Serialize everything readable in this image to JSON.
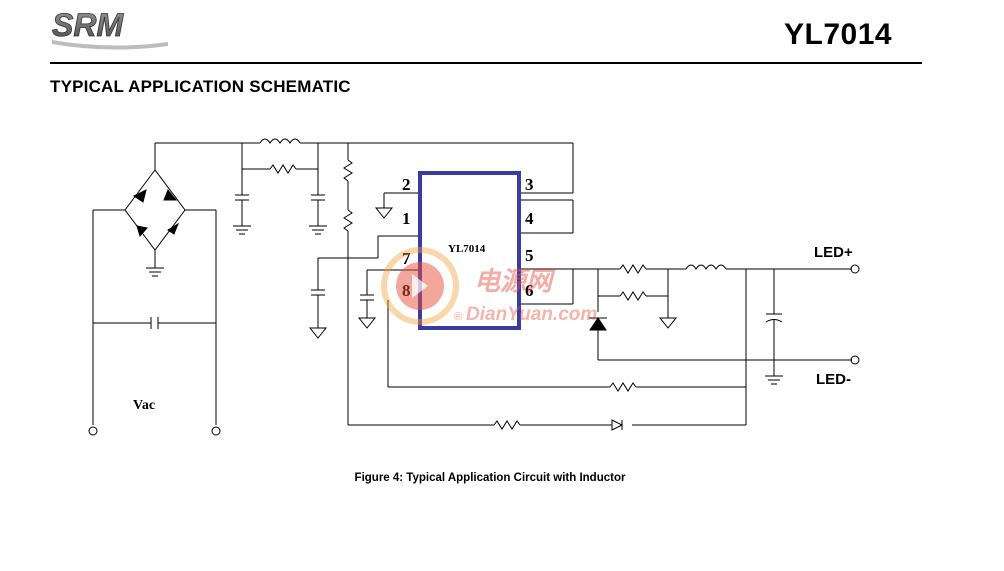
{
  "header": {
    "logo_text": "SRM",
    "doc_title": "YL7014"
  },
  "section": {
    "title": "TYPICAL APPLICATION SCHEMATIC"
  },
  "schematic": {
    "ic_label": "YL7014",
    "pins_left": [
      "2",
      "1",
      "7",
      "8"
    ],
    "pins_right": [
      "3",
      "4",
      "5",
      "6"
    ],
    "input_label": "Vac",
    "led_plus": "LED+",
    "led_minus": "LED-"
  },
  "watermark": {
    "cn_text": "电源网",
    "en_text": "DianYuan.com",
    "registered": "®"
  },
  "caption": "Figure 4: Typical Application Circuit with Inductor",
  "colors": {
    "ic_border": "#3b3ba8",
    "watermark_red": "#e8503c",
    "watermark_orange": "#f4a03a"
  }
}
